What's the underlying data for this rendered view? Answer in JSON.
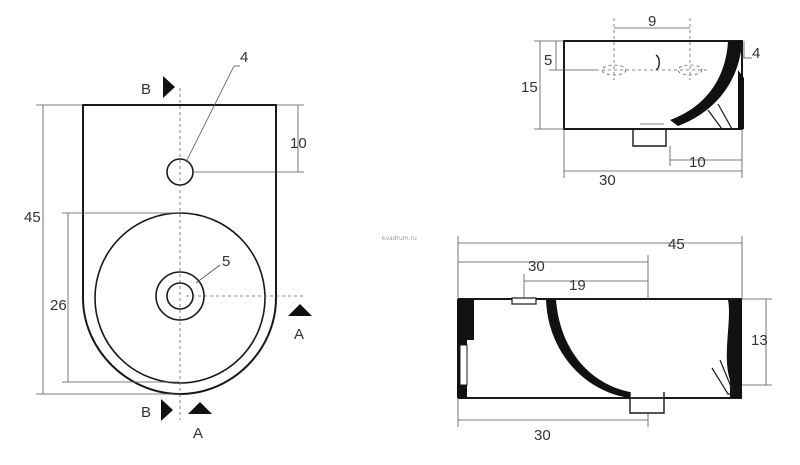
{
  "watermark": "kvadrum.ru",
  "front_view": {
    "dim_height": "45",
    "dim_bowl_height": "26",
    "dim_tap_offset": "10",
    "callout_tap_hole": "4",
    "callout_drain": "5",
    "section_b_top": "B",
    "section_b_bottom": "B",
    "section_a_right": "A",
    "section_a_bottom": "A"
  },
  "side_view_top": {
    "dim_spacing": "9",
    "dim_left": "5",
    "dim_right": "4",
    "dim_height": "15",
    "dim_depth": "30",
    "dim_drain": "10"
  },
  "section_view": {
    "dim_overall": "45",
    "dim_inner": "30",
    "dim_bowl": "19",
    "dim_height": "13",
    "dim_bottom": "30"
  }
}
